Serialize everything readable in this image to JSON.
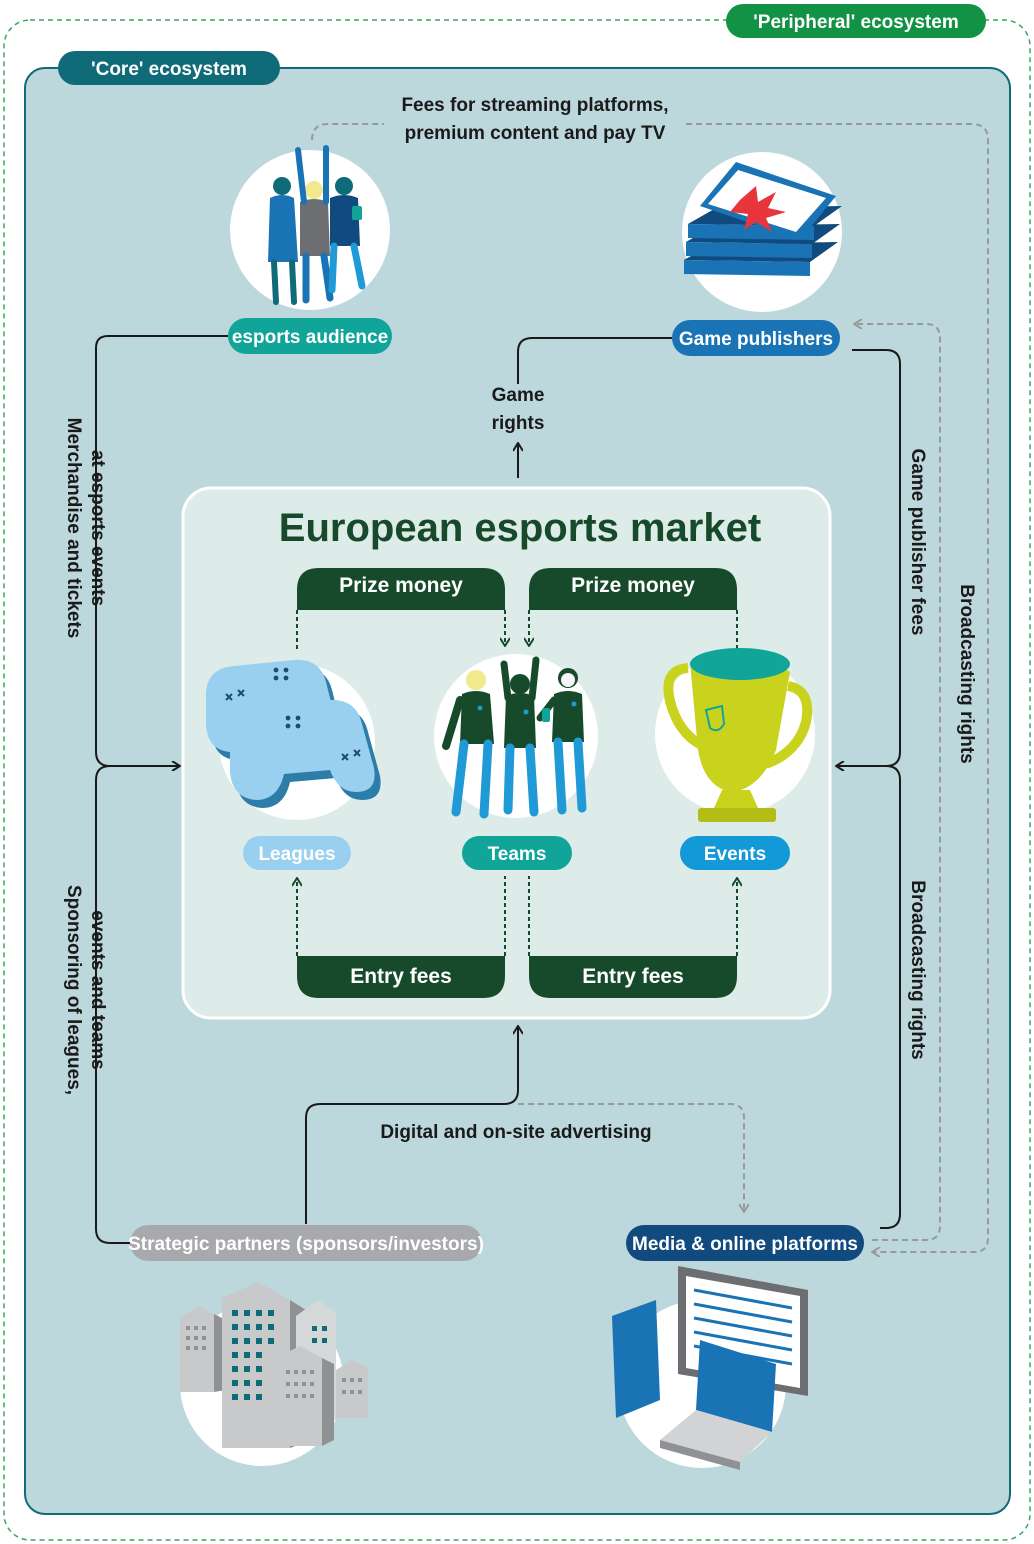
{
  "title": "European esports market",
  "ecosystems": {
    "peripheral": "'Peripheral' ecosystem",
    "core": "'Core' ecosystem"
  },
  "actors": {
    "audience": "esports audience",
    "publishers": "Game publishers",
    "partners": "Strategic partners (sponsors/investors)",
    "media": "Media & online platforms"
  },
  "market": {
    "leagues": "Leagues",
    "teams": "Teams",
    "events": "Events",
    "prize_left": "Prize money",
    "prize_right": "Prize money",
    "entry_left": "Entry fees",
    "entry_right": "Entry fees"
  },
  "flows": {
    "streaming_fees": [
      "Fees for streaming platforms,",
      "premium content and pay TV"
    ],
    "game_rights": [
      "Game",
      "rights"
    ],
    "merchandise": [
      "Merchandise and tickets",
      "at esports events"
    ],
    "sponsoring": [
      "Sponsoring of leagues,",
      "events and teams"
    ],
    "publisher_fees": "Game publisher fees",
    "broadcasting_outer": "Broadcasting rights",
    "broadcasting_inner": "Broadcasting rights",
    "advertising": "Digital and on-site advertising"
  },
  "icons": [
    "audience-icon",
    "game-box-icon",
    "gamepad-icon",
    "team-icon",
    "trophy-icon",
    "buildings-icon",
    "computer-icon"
  ],
  "colors": {
    "core_bg": "#bdd8dc",
    "market_bg": "#ddece9",
    "dark_green": "#164a2a",
    "green": "#119245",
    "teal": "#11a59a",
    "dark_teal": "#0f6b77",
    "blue": "#1a73b5",
    "navy": "#114a7e",
    "light_blue": "#9ad0ef",
    "events_blue": "#1398d8",
    "grey": "#a7a9ac"
  }
}
